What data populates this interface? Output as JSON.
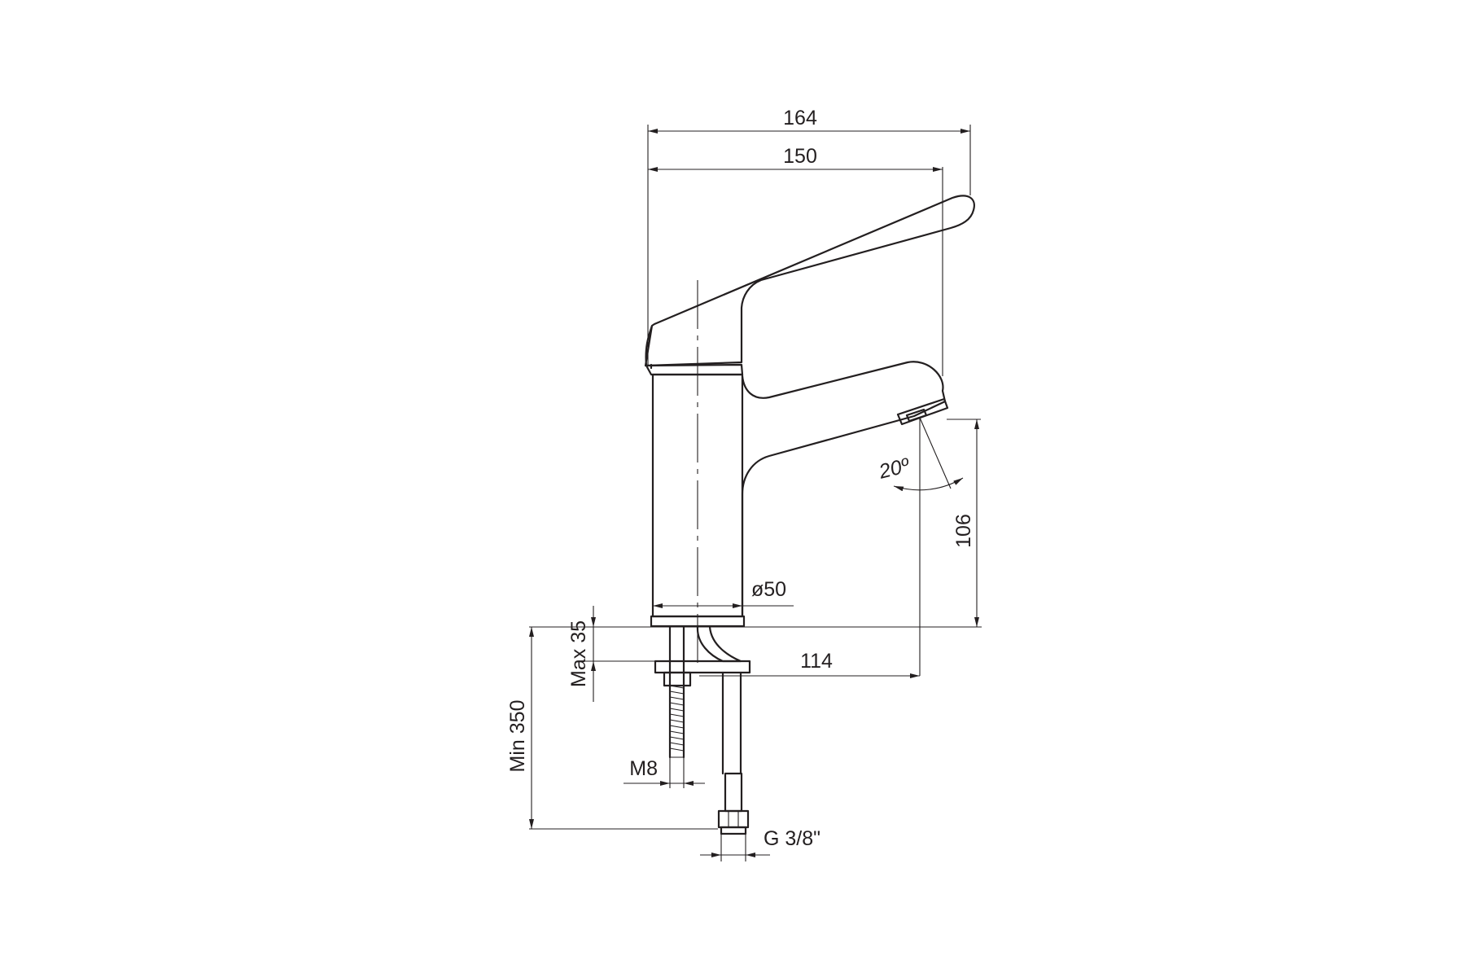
{
  "dimensions": {
    "overall_width": "164",
    "spout_reach": "150",
    "spout_height": "106",
    "body_diameter": "ø50",
    "spout_angle": "20º",
    "center_to_fixing": "114",
    "max_deck_thickness": "Max 35",
    "min_hose_length": "Min 350",
    "stud_thread": "M8",
    "hose_connector": "G 3/8\""
  }
}
